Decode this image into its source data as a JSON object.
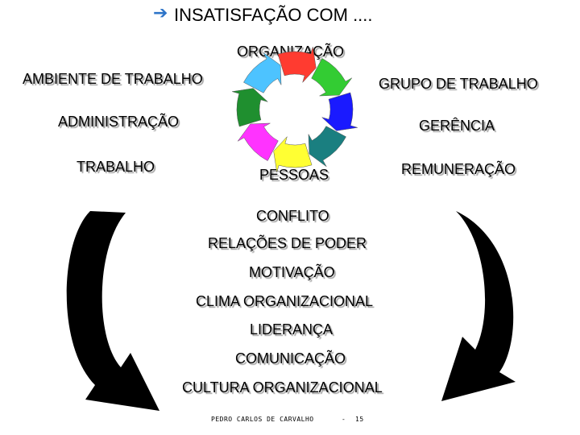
{
  "title": "INSATISFAÇÃO  COM ....",
  "title_icon": "arrow-right-icon",
  "center_label": "ORGANIZAÇÃO",
  "left_labels": [
    "AMBIENTE DE TRABALHO",
    "ADMINISTRAÇÃO",
    "TRABALHO"
  ],
  "right_labels": [
    "GRUPO DE TRABALHO",
    "GERÊNCIA",
    "REMUNERAÇÃO"
  ],
  "people_label": "PESSOAS",
  "list_items": [
    "CONFLITO",
    "RELAÇÕES DE PODER",
    "MOTIVAÇÃO",
    "CLIMA ORGANIZACIONAL",
    "LIDERANÇA",
    "COMUNICAÇÃO",
    "CULTURA ORGANIZACIONAL"
  ],
  "footer": {
    "author": "PEDRO CARLOS DE CARVALHO",
    "separator": "-",
    "page": "15"
  },
  "cycle_colors": [
    "#ff3b30",
    "#33cc33",
    "#1a1aff",
    "#1a7f80",
    "#ffff33",
    "#ff33ff",
    "#1f8f2f",
    "#4dc3ff"
  ],
  "arrow_icons": [
    "curved-arrow-left-icon",
    "curved-arrow-right-icon"
  ]
}
